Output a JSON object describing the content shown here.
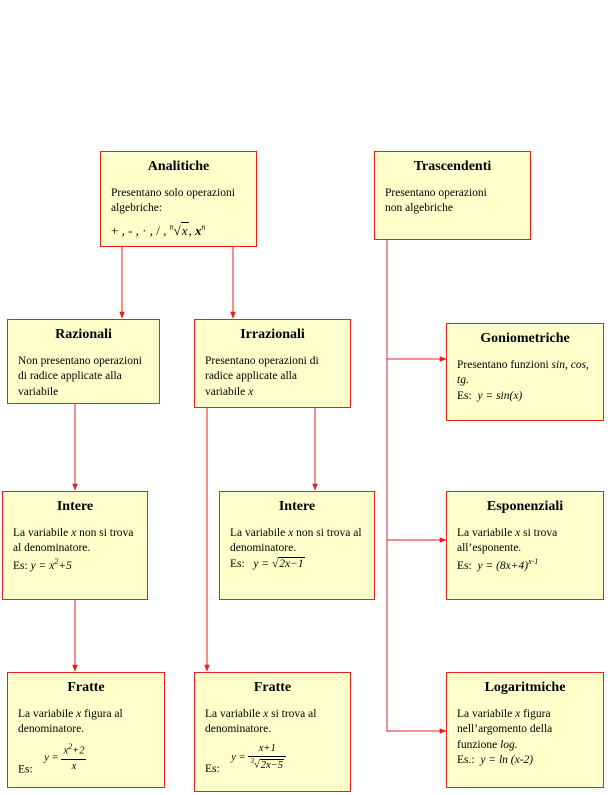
{
  "analitiche": {
    "title": "Analitiche",
    "desc": "Presentano solo operazioni algebriche:",
    "ops": "+ , - , · , / , ",
    "root_index": "n",
    "root_arg": "x",
    "power_base": "x",
    "power_exp": "n"
  },
  "trascendenti": {
    "title": "Trascendenti",
    "desc": "Presentano operazioni non algebriche"
  },
  "razionali": {
    "title": "Razionali",
    "desc": "Non presentano operazioni di radice applicate alla variabile"
  },
  "irrazionali": {
    "title": "Irrazionali",
    "desc": "Presentano operazioni di radice applicate alla variabile",
    "var": "x"
  },
  "goniometriche": {
    "title": "Goniometriche",
    "desc": "Presentano funzioni",
    "funcs": "sin, cos, tg.",
    "ex_label": "Es:",
    "ex_formula": "y = sin(x)"
  },
  "intere_razionali": {
    "title": "Intere",
    "desc_pre": "La variabile",
    "var": "x",
    "desc_post": "non si trova al denominatore.",
    "ex_label": "Es:",
    "ex_formula_pre": "y = x",
    "ex_exp": "2",
    "ex_formula_post": "+5"
  },
  "intere_irrazionali": {
    "title": "Intere",
    "desc_pre": "La variabile",
    "var": "x",
    "desc_post": "non si trova al denominatore.",
    "ex_label": "Es:",
    "ex_formula_pre": "y = ",
    "ex_radicand": "2x−1"
  },
  "esponenziali": {
    "title": "Esponenziali",
    "desc_pre": "La variabile",
    "var": "x",
    "desc_post": "si trova all’esponente.",
    "ex_label": "Es:",
    "ex_formula": "y = (8x+4)",
    "ex_exp": "x-1"
  },
  "fratte_razionali": {
    "title": "Fratte",
    "desc_pre": "La variabile",
    "var": "x",
    "desc_post": "figura al denominatore.",
    "ex_label": "Es:",
    "ex_lhs": "y =",
    "ex_num_base": "x",
    "ex_num_exp": "2",
    "ex_num_rest": "+2",
    "ex_den": "x"
  },
  "fratte_irrazionali": {
    "title": "Fratte",
    "desc_pre": "La variabile",
    "var": "x",
    "desc_post": "si trova al denominatore.",
    "ex_label": "Es:",
    "ex_lhs": "y =",
    "ex_num": "x+1",
    "ex_den_index": "3",
    "ex_den_radicand": "2x−5"
  },
  "logaritmiche": {
    "title": "Logaritmiche",
    "desc_pre": "La variabile",
    "var": "x",
    "desc_mid": "figura nell’argomento della funzione",
    "func": "log.",
    "ex_label": "Es.:",
    "ex_formula": "y = ln (x-2)"
  },
  "colors": {
    "border": "#e8211b",
    "fill": "#ffffcc",
    "line": "#e8211b"
  }
}
